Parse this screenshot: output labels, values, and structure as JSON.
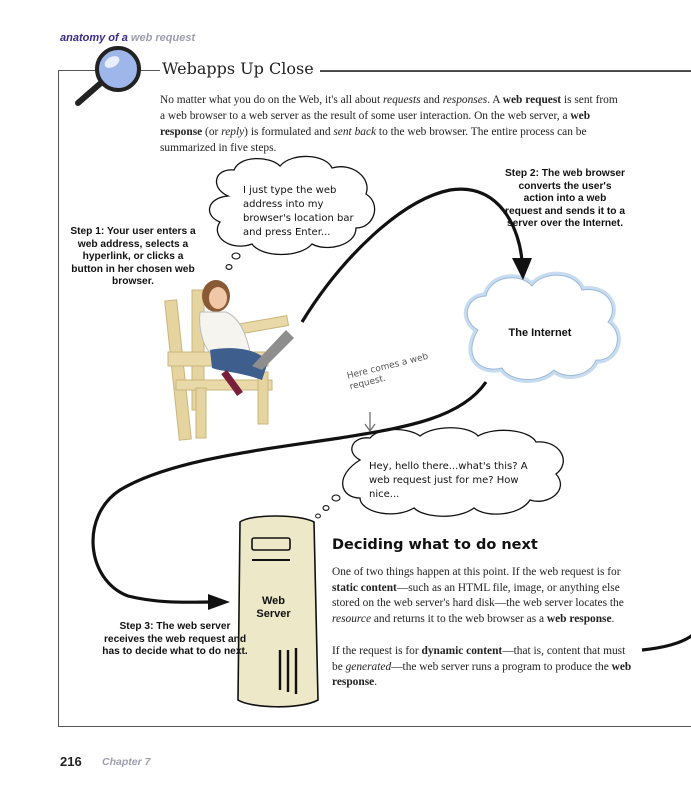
{
  "header": {
    "tag_dark": "anatomy of a",
    "tag_light": "web request"
  },
  "section": {
    "title": "Webapps Up Close"
  },
  "intro": {
    "t1": "No matter what you do on the Web, it's all about ",
    "t2": "requests",
    "t3": " and ",
    "t4": "responses",
    "t5": ". A ",
    "t6": "web request",
    "t7": " is sent from a web browser to a web server as the result of some user interaction. On the web server, a ",
    "t8": "web response",
    "t9": " (or ",
    "t10": "reply",
    "t11": ") is formulated and ",
    "t12": "sent back",
    "t13": " to the web browser. The entire process can be summarized in five steps."
  },
  "steps": {
    "step1": "Step 1: Your user enters a web address, selects a hyperlink, or clicks a button in her chosen web browser.",
    "step2": "Step 2: The web browser converts the user's action into a web request and sends it to a server over the Internet.",
    "step3": "Step 3: The web server receives the web request and has to decide what to do next."
  },
  "bubbles": {
    "user": "I just type the web address into my browser's location bar and press Enter...",
    "server": "Hey, hello there...what's this? A web request just for me? How nice..."
  },
  "labels": {
    "internet": "The Internet",
    "server_line1": "Web",
    "server_line2": "Server"
  },
  "annotation": {
    "line1": "Here comes a web",
    "line2": "request."
  },
  "deciding": {
    "title": "Deciding what to do next",
    "p1_a": "One of two things happen at this point. If the web request is for ",
    "p1_b": "static content",
    "p1_c": "—such as an HTML file, image, or anything else stored on the web server's hard disk—the web server locates the ",
    "p1_d": "resource",
    "p1_e": " and returns it to the web browser as a ",
    "p1_f": "web response",
    "p1_g": ".",
    "p2_a": "If the request is for ",
    "p2_b": "dynamic content",
    "p2_c": "—that is, content that must be ",
    "p2_d": "generated",
    "p2_e": "—the web server runs a program to produce the ",
    "p2_f": "web response",
    "p2_g": "."
  },
  "footer": {
    "page_number": "216",
    "chapter": "Chapter 7"
  },
  "colors": {
    "header_dark": "#3a2a8c",
    "header_light": "#9d9db0",
    "cloud_glow": "#c8dcf0",
    "server_body": "#ece8c8"
  },
  "icons": {
    "magnifier": "magnifying-glass-icon"
  }
}
